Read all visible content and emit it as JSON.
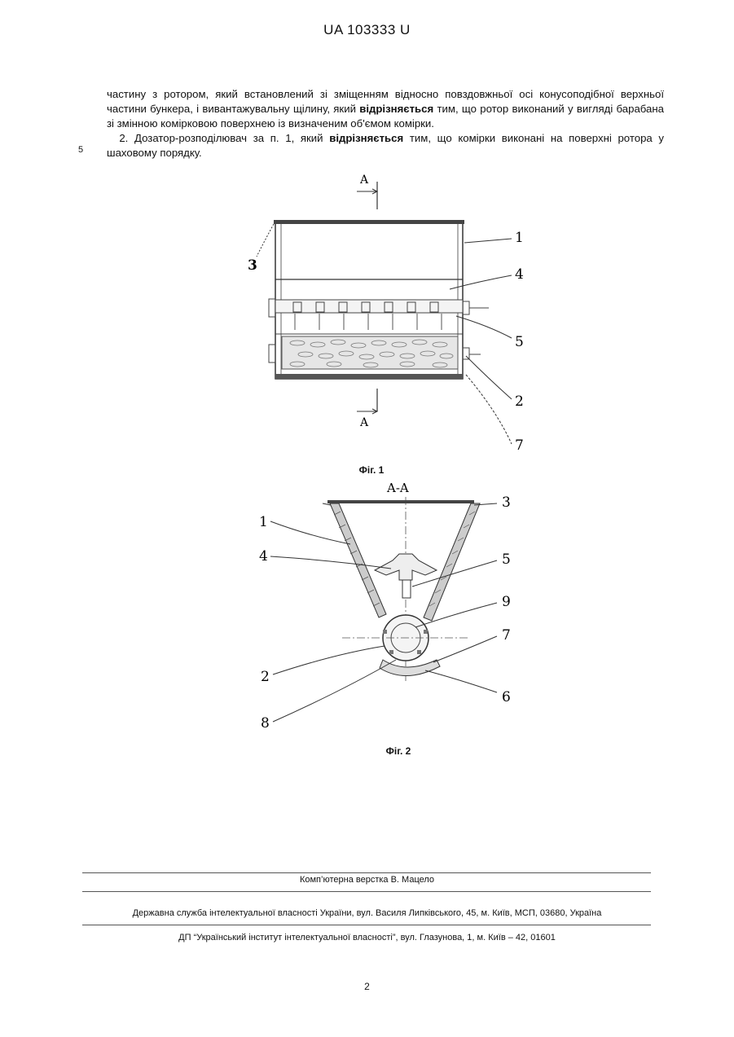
{
  "header": {
    "doc_number": "UA   103333   U"
  },
  "claims": {
    "para1_pre": "частину з ротором, який встановлений зі зміщенням відносно повздовжньої осі конусоподібної верхньої частини бункера, і вивантажувальну щілину, який ",
    "para1_bold": "відрізняється",
    "para1_post": " тим, що ротор виконаний у вигляді барабана зі змінною комірковою поверхнею із визначеним об'ємом комірки.",
    "para2_pre": "2. Дозатор-розподілювач за п. 1, який ",
    "para2_bold": "відрізняється",
    "para2_post": " тим, що комірки виконані на поверхні ротора у шаховому порядку.",
    "line_number": "5"
  },
  "figures": {
    "fig1": {
      "caption": "Фіг. 1",
      "section_mark_top": "A",
      "section_mark_bottom": "A",
      "labels": {
        "l1": "1",
        "l2": "2",
        "l3": "3",
        "l4": "4",
        "l5": "5",
        "l7": "7"
      }
    },
    "fig2": {
      "caption": "Фіг. 2",
      "section_title": "A-A",
      "labels": {
        "l1": "1",
        "l2": "2",
        "l3": "3",
        "l4": "4",
        "l5": "5",
        "l6": "6",
        "l7": "7",
        "l8": "8",
        "l9": "9"
      }
    }
  },
  "footer": {
    "layout_credit": "Комп’ютерна верстка В. Мацело",
    "agency": "Державна служба інтелектуальної власності України, вул. Василя Липківського, 45, м. Київ, МСП, 03680, Україна",
    "institute": "ДП “Український інститут інтелектуальної власності”, вул. Глазунова, 1, м. Київ – 42, 01601"
  },
  "page_number": "2"
}
